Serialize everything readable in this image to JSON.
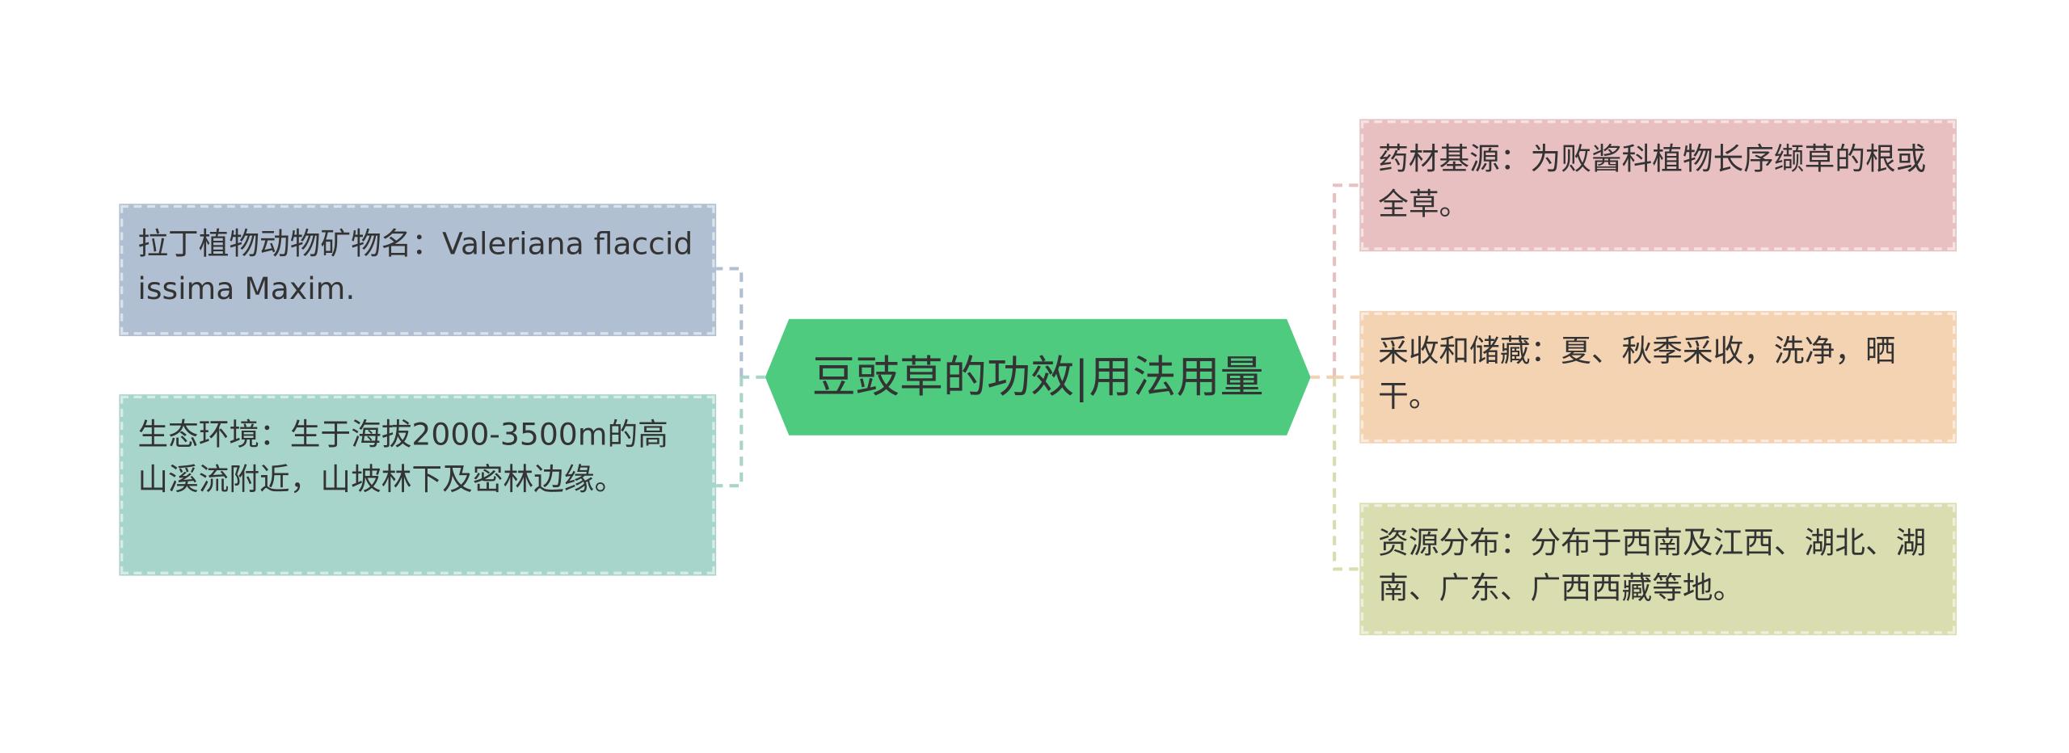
{
  "center": {
    "title": "豆豉草的功效|用法用量",
    "color": "#4ecb7f"
  },
  "left_nodes": [
    {
      "text": "拉丁植物动物矿物名：Valeriana flaccidissima Maxim.",
      "color": "#b0bfd1"
    },
    {
      "text": "生态环境：生于海拔2000-3500m的高山溪流附近，山坡林下及密林边缘。",
      "color": "#a8d5cb"
    }
  ],
  "right_nodes": [
    {
      "text": "药材基源：为败酱科植物长序缬草的根或全草。",
      "color": "#e8c0c1"
    },
    {
      "text": "采收和储藏：夏、秋季采收，洗净，晒干。",
      "color": "#f4d3b3"
    },
    {
      "text": "资源分布：分布于西南及江西、湖北、湖南、广东、广西西藏等地。",
      "color": "#d9ddb0"
    }
  ]
}
